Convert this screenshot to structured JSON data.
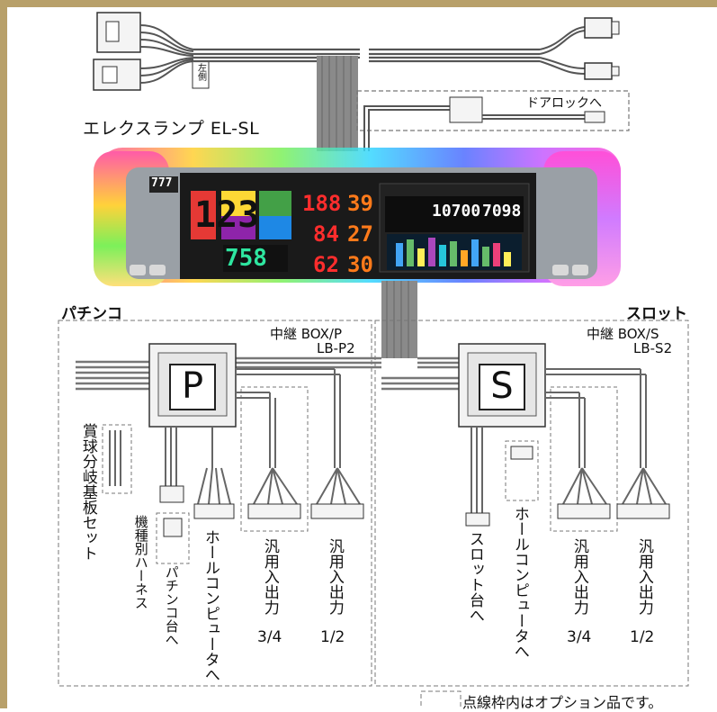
{
  "product": {
    "name": "エレクスランプ EL-SL",
    "top_count": "777"
  },
  "connector_tag": "左側",
  "door_lock": "ドアロックへ",
  "sections": {
    "pachinko": {
      "title": "パチンコ",
      "box_name": "中継 BOX/P",
      "box_model": "LB-P2",
      "box_letter": "P",
      "labels": {
        "branch_board": "賞球分岐基板セット",
        "harness": "機種別ハーネス",
        "to_machine": "パチンコ台へ",
        "to_hall": "ホールコンピュータへ",
        "io_34_line1": "汎用入出力",
        "io_34_line2": "3/4",
        "io_12_line1": "汎用入出力",
        "io_12_line2": "1/2"
      }
    },
    "slot": {
      "title": "スロット",
      "box_name": "中継 BOX/S",
      "box_model": "LB-S2",
      "box_letter": "S",
      "labels": {
        "to_machine": "スロット台へ",
        "to_hall": "ホールコンピュータへ",
        "io_34_line1": "汎用入出力",
        "io_34_line2": "3/4",
        "io_12_line1": "汎用入出力",
        "io_12_line2": "1/2"
      }
    }
  },
  "lamp_display": {
    "big_number": "123",
    "small_number": "758",
    "rows": [
      {
        "left": "188",
        "right": "39"
      },
      {
        "left": "84",
        "right": "27"
      },
      {
        "left": "62",
        "right": "30"
      }
    ],
    "screen_value_1": "10700",
    "screen_value_2": "7098"
  },
  "legend": "点線枠内はオプション品です。",
  "colors": {
    "frame": "#b8a06a",
    "panel": "#1a1a1a",
    "cable": "#7a7a7a"
  }
}
